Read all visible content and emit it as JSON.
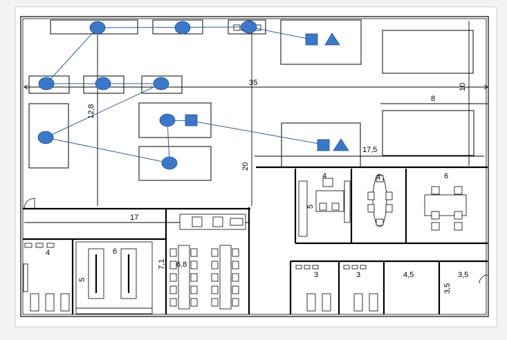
{
  "colors": {
    "node_fill": "#3a78c9",
    "node_stroke": "#1f4f94",
    "link": "#2e5f9e",
    "line": "#000000",
    "page": "#ffffff",
    "backdrop": "#f2f2f2"
  },
  "dimensions": {
    "overall_width": "35",
    "right_upper_width": "8",
    "right_height": "10",
    "room_width_right": "17,5",
    "left_zone_height": "12,8",
    "center_height": "20",
    "corridor_width": "17",
    "office_1": "4",
    "office_1_depth": "5",
    "meeting_small": "4",
    "meeting_large": "6",
    "wc_left": "4",
    "lab_width": "6",
    "lab_depth": "5",
    "classroom_depth": "7,1",
    "classroom_width": "6,8",
    "wc_a": "3",
    "wc_b": "3",
    "storage_width": "4,5",
    "stair_width": "3,5",
    "stair_depth": "3,5"
  },
  "network": {
    "node_shape": "circle",
    "switch_shape": "square",
    "router_shape": "triangle"
  }
}
